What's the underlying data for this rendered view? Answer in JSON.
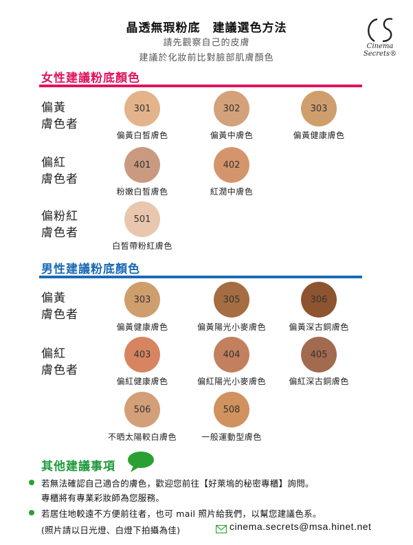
{
  "header": {
    "title": "晶透無瑕粉底　建議選色方法",
    "subtitle_1": "請先觀察自己的皮膚",
    "subtitle_2": "建議於化妝前比對臉部肌膚顏色",
    "logo_text": "Cinema Secrets®"
  },
  "colors": {
    "women_accent": "#e0135e",
    "men_accent": "#1a6ab6",
    "green": "#2aa033"
  },
  "women": {
    "heading": "女性建議粉底顏色",
    "groups": [
      {
        "line1": "偏黃",
        "line2": "膚色者"
      },
      {
        "line1": "偏紅",
        "line2": "膚色者"
      },
      {
        "line1": "偏粉紅",
        "line2": "膚色者"
      }
    ],
    "swatches": [
      {
        "code": "301",
        "caption": "偏黃白皙膚色",
        "color": "#e3b48b"
      },
      {
        "code": "302",
        "caption": "偏黃中膚色",
        "color": "#d3a27a"
      },
      {
        "code": "303",
        "caption": "偏黃健康膚色",
        "color": "#cf9e6d"
      },
      {
        "code": "401",
        "caption": "粉嫩白皙膚色",
        "color": "#c99a80"
      },
      {
        "code": "402",
        "caption": "紅潤中膚色",
        "color": "#d5956c"
      },
      {
        "code": "501",
        "caption": "白皙帶粉紅膚色",
        "color": "#e9c7ae"
      }
    ]
  },
  "men": {
    "heading": "男性建議粉底顏色",
    "groups": [
      {
        "line1": "偏黃",
        "line2": "膚色者"
      },
      {
        "line1": "偏紅",
        "line2": "膚色者"
      }
    ],
    "swatches": [
      {
        "code": "303",
        "caption": "偏黃健康膚色",
        "color": "#cf9e6d"
      },
      {
        "code": "305",
        "caption": "偏黃陽光小麥膚色",
        "color": "#a56d41"
      },
      {
        "code": "306",
        "caption": "偏黃深古銅膚色",
        "color": "#8e5430"
      },
      {
        "code": "403",
        "caption": "偏紅健康膚色",
        "color": "#d78560"
      },
      {
        "code": "404",
        "caption": "偏紅陽光小麥膚色",
        "color": "#c2805f"
      },
      {
        "code": "405",
        "caption": "偏紅深古銅膚色",
        "color": "#a26a4f"
      },
      {
        "code": "506",
        "caption": "不晒太陽較白膚色",
        "color": "#d39f79"
      },
      {
        "code": "508",
        "caption": "一般運動型膚色",
        "color": "#d0925f"
      }
    ]
  },
  "other": {
    "heading": "其他建議事項",
    "notes": [
      {
        "line1": "若無法確認自己適合的膚色，歡迎您前往【好萊塢的秘密專櫃】詢問。",
        "line2": "專櫃將有專業彩妝師為您服務。"
      },
      {
        "line1": "若居住地較遠不方便前往者，也可 mail 照片給我們，以幫您建議色系。",
        "line2": "(照片請以日光燈、白燈下拍攝為佳)"
      }
    ],
    "email": "cinema.secrets@msa.hinet.net"
  }
}
